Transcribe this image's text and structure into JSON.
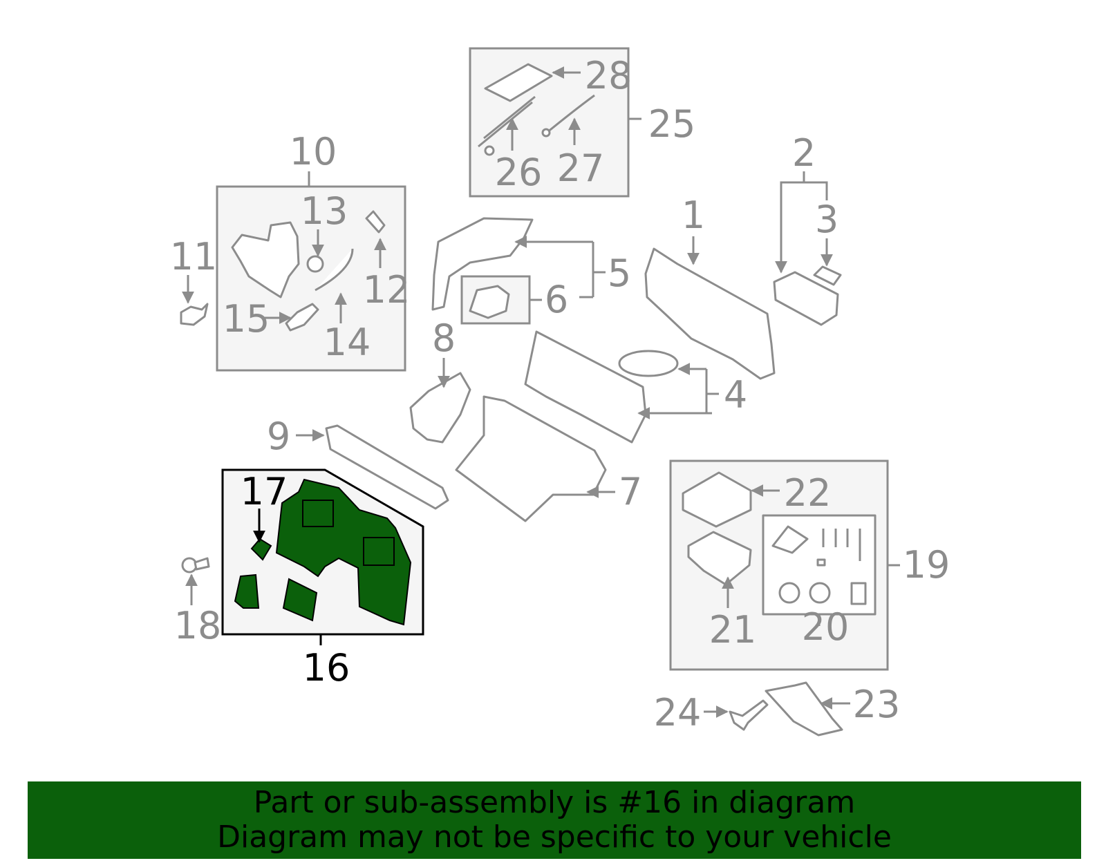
{
  "diagram": {
    "callouts": [
      "1",
      "2",
      "3",
      "4",
      "5",
      "6",
      "7",
      "8",
      "9",
      "10",
      "11",
      "12",
      "13",
      "14",
      "15",
      "16",
      "17",
      "18",
      "19",
      "20",
      "21",
      "22",
      "23",
      "24",
      "25",
      "26",
      "27",
      "28"
    ],
    "highlighted_callout": "16",
    "highlight_color": "#0b600b",
    "line_color": "#8c8c8c"
  },
  "banner": {
    "line1": "Part or sub-assembly is #16 in diagram",
    "line2": "Diagram may not be specific to your vehicle",
    "background": "#0b600b"
  }
}
